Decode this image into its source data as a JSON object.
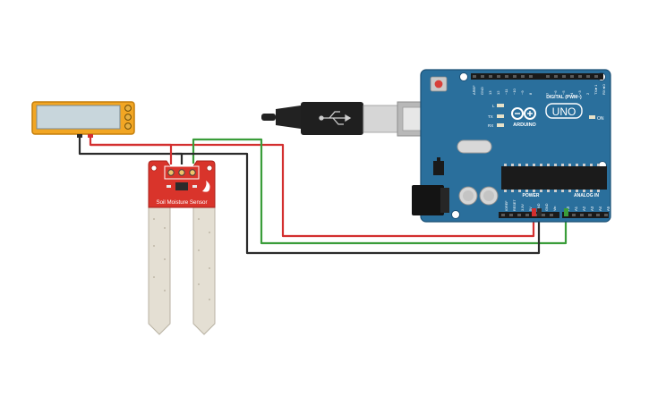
{
  "components": {
    "multimeter": {
      "name": "multimeter",
      "display_value": ""
    },
    "soil_sensor": {
      "label": "Soil Moisture Sensor"
    },
    "arduino": {
      "logo_text": "ARDUINO",
      "model_text": "UNO",
      "on_label": "ON",
      "tx_label": "TX",
      "rx_label": "RX",
      "l_label": "L",
      "digital_header_label": "DIGITAL (PWM~)",
      "power_header_label": "POWER",
      "analog_header_label": "ANALOG IN",
      "digital_pins": [
        "AREF",
        "GND",
        "13",
        "12",
        "~11",
        "~10",
        "~9",
        "8",
        "7",
        "~6",
        "~5",
        "4",
        "~3",
        "2",
        "TX►1",
        "RX◄0"
      ],
      "power_pins": [
        "IOREF",
        "RESET",
        "3.3V",
        "5V",
        "GND",
        "GND",
        "Vin"
      ],
      "analog_pins": [
        "A0",
        "A1",
        "A2",
        "A3",
        "A4",
        "A5"
      ]
    }
  },
  "wires": [
    {
      "name": "wire-red-5v",
      "color": "#d32f2f"
    },
    {
      "name": "wire-green-a0",
      "color": "#3a9d3a"
    },
    {
      "name": "wire-black-gnd",
      "color": "#2b2b2b"
    }
  ],
  "colors": {
    "arduino_board": "#2a6f9c",
    "arduino_dark": "#1f5680",
    "sensor_board": "#d9342b",
    "multimeter_body": "#f2a623",
    "usb_cable": "#222222"
  }
}
